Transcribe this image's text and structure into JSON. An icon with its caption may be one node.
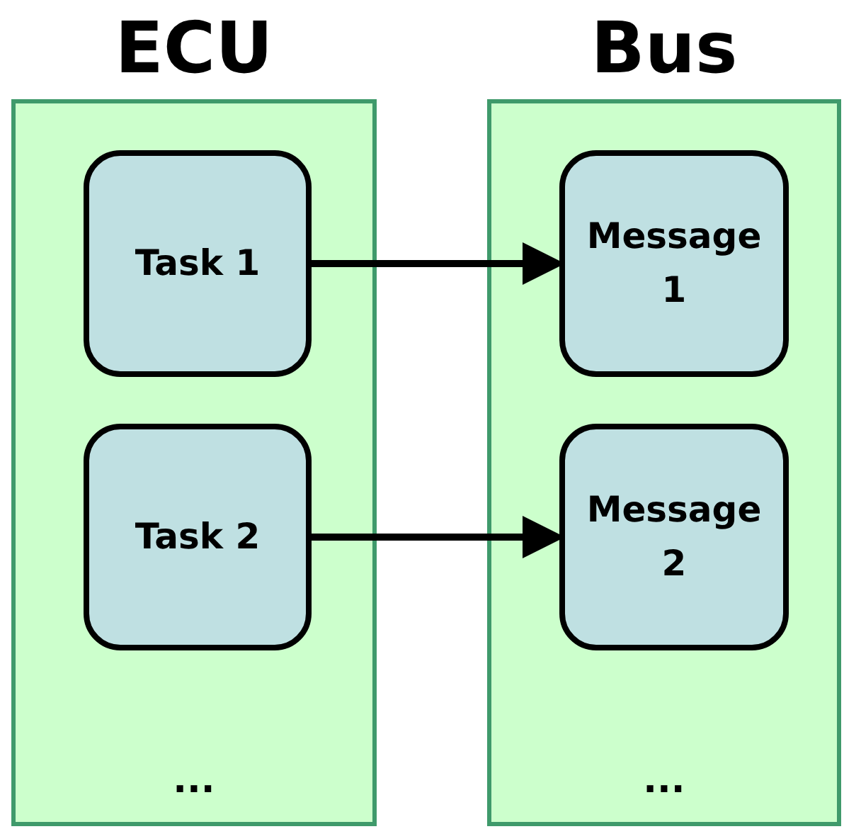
{
  "diagram": {
    "nodes": [
      {
        "text": [
          "ECU",
          "..."
        ]
      },
      {
        "text": [
          "Task 1"
        ],
        "in": 0
      },
      {
        "text": [
          "Task 2"
        ],
        "in": 0
      },
      {
        "text": [
          "Bus",
          "..."
        ]
      },
      {
        "text": [
          "Message 1"
        ],
        "in": 3
      },
      {
        "text": [
          "Message 2"
        ],
        "in": 3
      }
    ],
    "edges": [
      {
        "from": 1,
        "to": 4,
        "arrow": "to"
      },
      {
        "from": 2,
        "to": 5,
        "arrow": "to"
      }
    ]
  }
}
